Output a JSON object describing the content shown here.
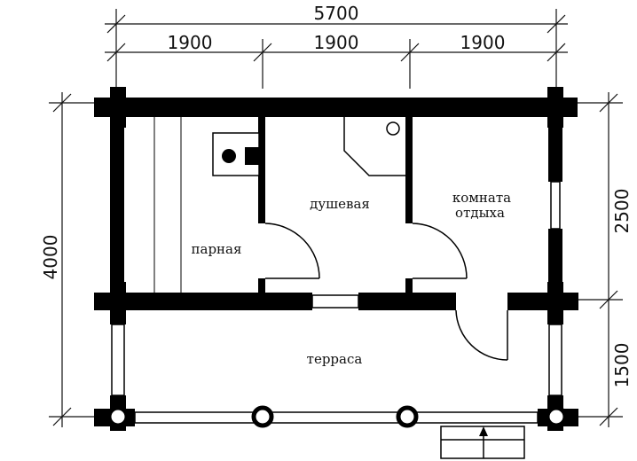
{
  "dimensions": {
    "overall_width": "5700",
    "segment_1": "1900",
    "segment_2": "1900",
    "segment_3": "1900",
    "overall_depth": "4000",
    "right_upper": "2500",
    "right_lower": "1500"
  },
  "rooms": {
    "steam_room": "парная",
    "shower": "душевая",
    "rest_room_line1": "комната",
    "rest_room_line2": "отдыха",
    "terrace": "терраса"
  },
  "colors": {
    "wall": "#000000",
    "line": "#111111",
    "background": "#ffffff"
  },
  "icons": {
    "stove": "stove-icon",
    "shower_drain": "drain-icon",
    "entrance": "arrow-up-icon"
  }
}
